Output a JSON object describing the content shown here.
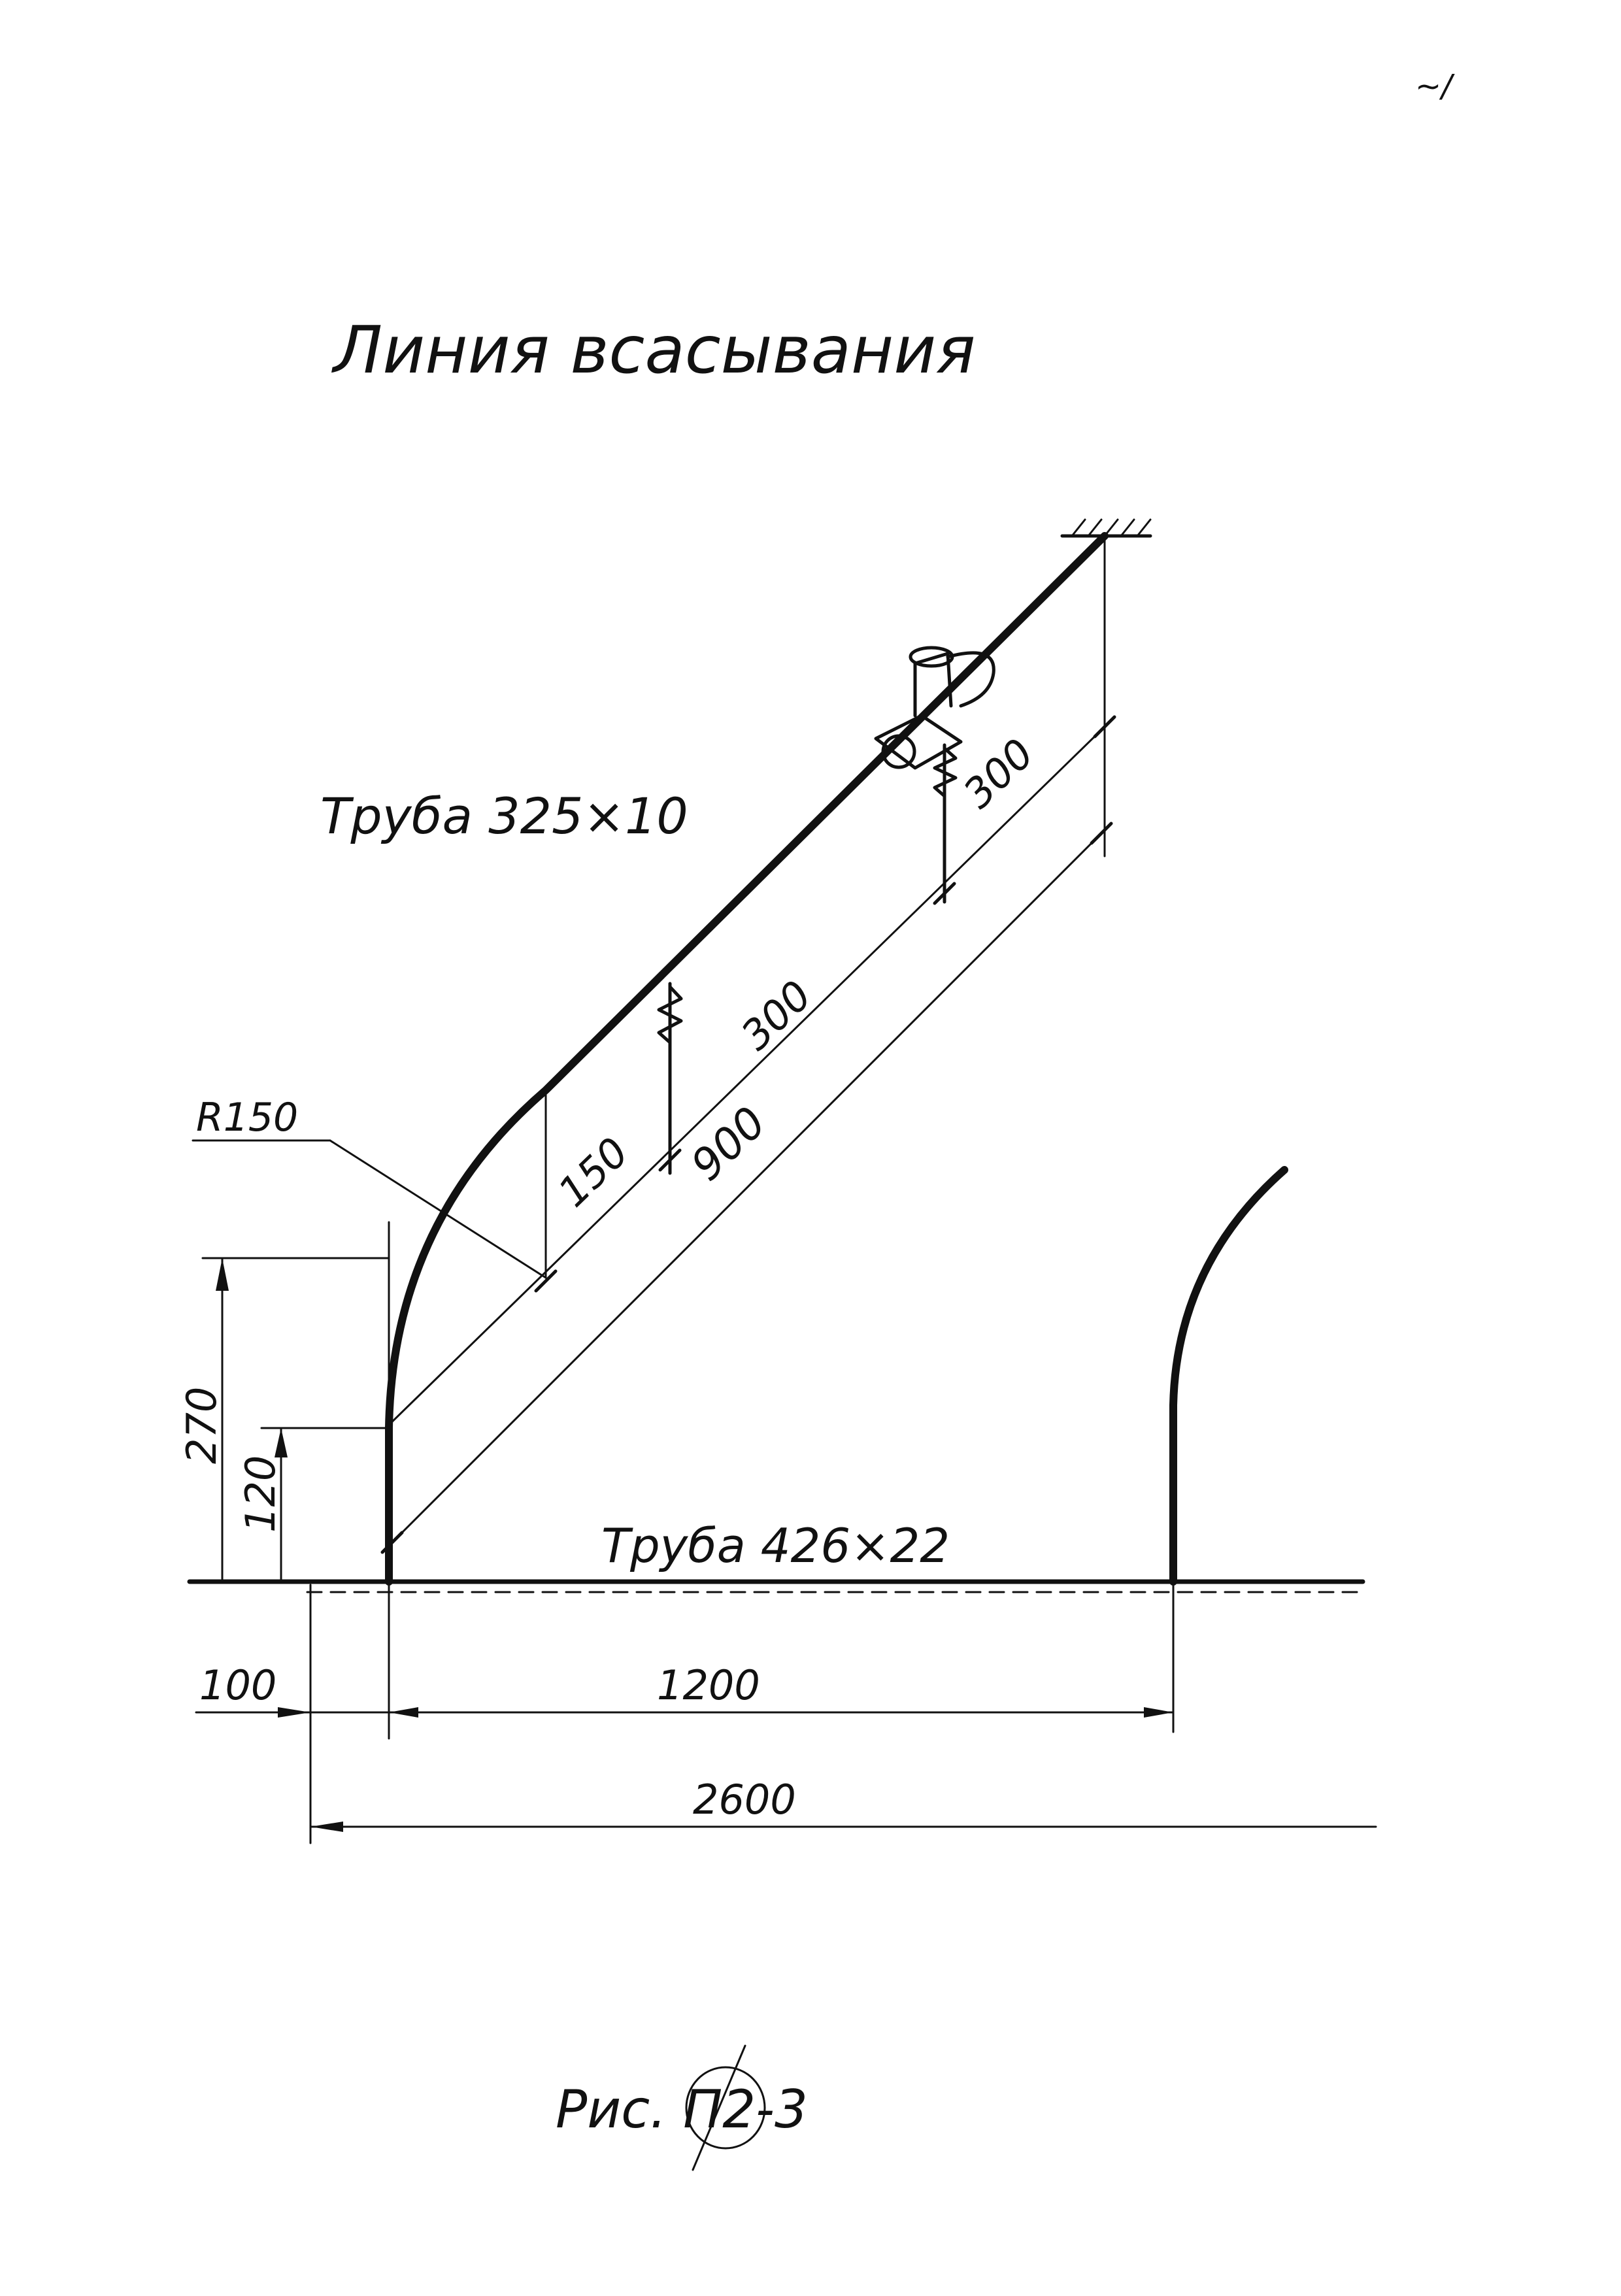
{
  "page_mark": "~/",
  "title": "Линия всасывания",
  "labels": {
    "pipe_branch": "Труба 325×10",
    "pipe_main": "Труба 426×22",
    "radius": "R150",
    "figure": "Рис. П2-3"
  },
  "dimensions": {
    "d300_upper": "300",
    "d300_mid": "300",
    "d150": "150",
    "d900": "900",
    "d270": "270",
    "d120": "120",
    "d100": "100",
    "d1200": "1200",
    "d2600": "2600"
  },
  "colors": {
    "ink": "#111111",
    "paper": "#ffffff"
  }
}
